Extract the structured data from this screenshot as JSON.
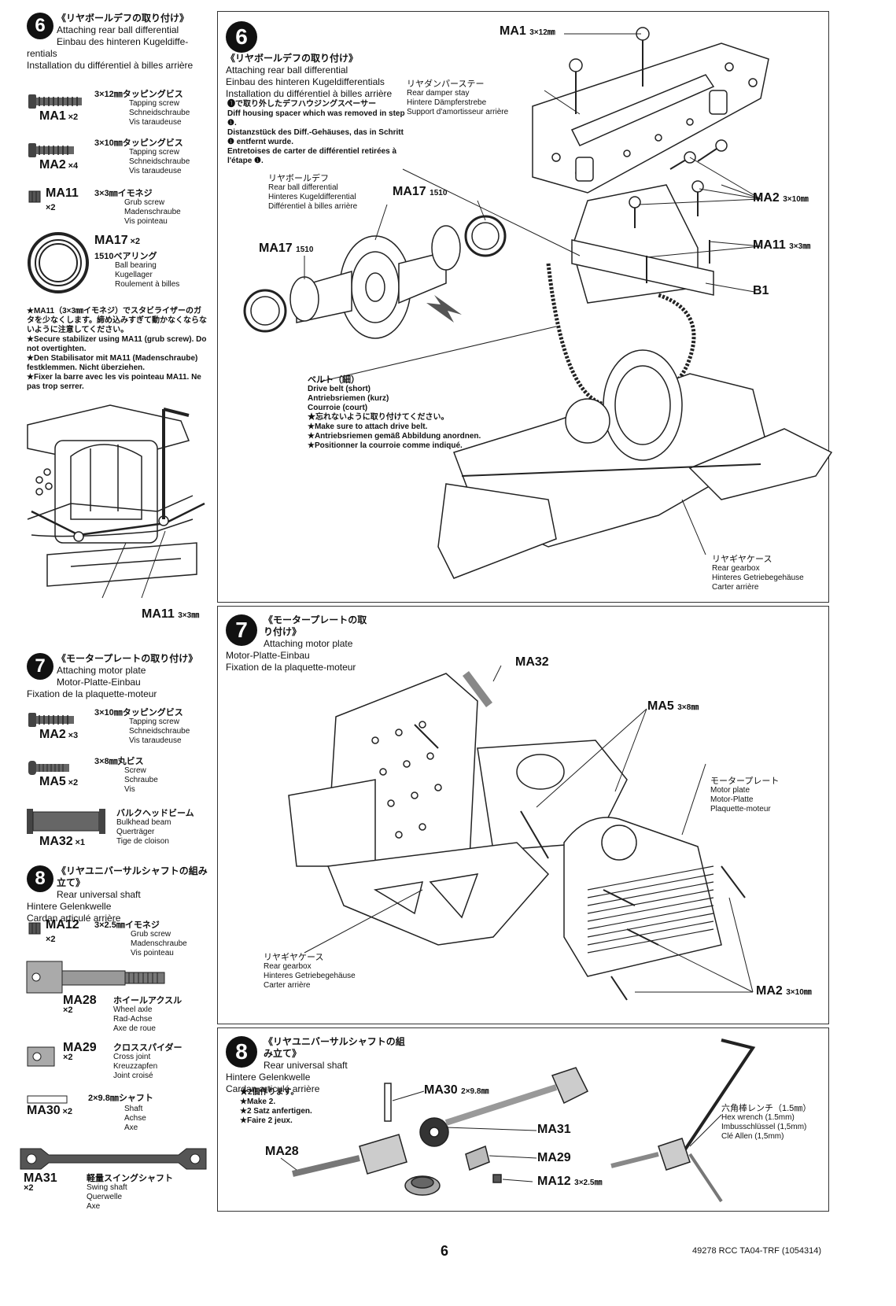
{
  "left": {
    "step6": {
      "num": "6",
      "jp": "《リヤボールデフの取り付け》",
      "en": "Attaching rear ball differential",
      "de": "Einbau des hinteren Kugeldiffe-rentials",
      "fr": "Installation du différentiel à billes arrière"
    },
    "parts6": [
      {
        "code": "MA1",
        "qty": "×2",
        "jp": "3×12㎜タッピングビス",
        "en": "Tapping screw",
        "de": "Schneidschraube",
        "fr": "Vis taraudeuse"
      },
      {
        "code": "MA2",
        "qty": "×4",
        "jp": "3×10㎜タッピングビス",
        "en": "Tapping screw",
        "de": "Schneidschraube",
        "fr": "Vis taraudeuse"
      },
      {
        "code": "MA11",
        "qty": "×2",
        "jp": "3×3㎜イモネジ",
        "en": "Grub screw",
        "de": "Madenschraube",
        "fr": "Vis pointeau"
      },
      {
        "code": "MA17",
        "qty": "×2",
        "jp": "1510ベアリング",
        "en": "Ball bearing",
        "de": "Kugellager",
        "fr": "Roulement à billes"
      }
    ],
    "note6_jp": "★MA11（3×3㎜イモネジ）でスタビライザーのガタを少なくします。締め込みすぎて動かなくならないように注意してください。",
    "note6_en": "★Secure stabilizer using MA11 (grub screw). Do not overtighten.",
    "note6_de": "★Den Stabilisator mit MA11 (Madenschraube) festklemmen. Nicht überziehen.",
    "note6_fr": "★Fixer la barre avec les vis pointeau MA11. Ne pas trop serrer.",
    "inset_label": "MA11",
    "inset_size": "3×3㎜",
    "step7": {
      "num": "7",
      "jp": "《モータープレートの取り付け》",
      "en": "Attaching motor plate",
      "de": "Motor-Platte-Einbau",
      "fr": "Fixation de la plaquette-moteur"
    },
    "parts7": [
      {
        "code": "MA2",
        "qty": "×3",
        "jp": "3×10㎜タッピングビス",
        "en": "Tapping screw",
        "de": "Schneidschraube",
        "fr": "Vis taraudeuse"
      },
      {
        "code": "MA5",
        "qty": "×2",
        "jp": "3×8㎜丸ビス",
        "en": "Screw",
        "de": "Schraube",
        "fr": "Vis"
      },
      {
        "code": "MA32",
        "qty": "×1",
        "jp": "バルクヘッドビーム",
        "en": "Bulkhead beam",
        "de": "Querträger",
        "fr": "Tige de cloison"
      }
    ],
    "step8": {
      "num": "8",
      "jp": "《リヤユニバーサルシャフトの組み立て》",
      "en": "Rear universal shaft",
      "de": "Hintere Gelenkwelle",
      "fr": "Cardan articulé arrière"
    },
    "parts8": [
      {
        "code": "MA12",
        "qty": "×2",
        "jp": "3×2.5㎜イモネジ",
        "en": "Grub screw",
        "de": "Madenschraube",
        "fr": "Vis pointeau"
      },
      {
        "code": "MA28",
        "qty": "×2",
        "jp": "ホイールアクスル",
        "en": "Wheel axle",
        "de": "Rad-Achse",
        "fr": "Axe de roue"
      },
      {
        "code": "MA29",
        "qty": "×2",
        "jp": "クロススパイダー",
        "en": "Cross joint",
        "de": "Kreuzzapfen",
        "fr": "Joint croisé"
      },
      {
        "code": "MA30",
        "qty": "×2",
        "jp": "2×9.8㎜シャフト",
        "en": "Shaft",
        "de": "Achse",
        "fr": "Axe"
      },
      {
        "code": "MA31",
        "qty": "×2",
        "jp": "軽量スイングシャフト",
        "en": "Swing shaft",
        "de": "Querwelle",
        "fr": "Axe"
      }
    ]
  },
  "main6": {
    "num": "6",
    "jp": "《リヤボールデフの取り付け》",
    "en": "Attaching rear ball differential",
    "de": "Einbau des hinteren Kugeldifferentials",
    "fr": "Installation du différentiel à billes arrière",
    "spacer_note": [
      "❶で取り外したデフハウジングスペーサー",
      "Diff housing spacer which was removed in step ❶.",
      "Distanzstück des Diff.-Gehäuses, das in Schritt ❶ entfernt wurde.",
      "Entretoises de carter de différentiel retirées à l'étape ❶."
    ],
    "diff_label": [
      "リヤボールデフ",
      "Rear ball differential",
      "Hinteres Kugeldifferential",
      "Différentiel à billes arrière"
    ],
    "damper_label": [
      "リヤダンパーステー",
      "Rear damper stay",
      "Hintere Dämpferstrebe",
      "Support d'amortisseur arrière"
    ],
    "belt_label": [
      "ベルト（細）",
      "Drive belt (short)",
      "Antriebsriemen (kurz)",
      "Courroie (court)",
      "★忘れないように取り付けてください。",
      "★Make sure to attach drive belt.",
      "★Antriebsriemen gemäß Abbildung anordnen.",
      "★Positionner la courroie comme indiqué."
    ],
    "gearbox_label": [
      "リヤギヤケース",
      "Rear gearbox",
      "Hinteres Getriebegehäuse",
      "Carter arrière"
    ],
    "callouts": {
      "ma1": "MA1",
      "ma1_size": "3×12㎜",
      "ma2": "MA2",
      "ma2_size": "3×10㎜",
      "ma11": "MA11",
      "ma11_size": "3×3㎜",
      "b1": "B1",
      "ma17a": "MA17",
      "ma17a_size": "1510",
      "ma17b": "MA17",
      "ma17b_size": "1510"
    }
  },
  "main7": {
    "num": "7",
    "jp": "《モータープレートの取り付け》",
    "en": "Attaching motor plate",
    "de": "Motor-Platte-Einbau",
    "fr": "Fixation de la plaquette-moteur",
    "motor_label": [
      "モータープレート",
      "Motor plate",
      "Motor-Platte",
      "Plaquette-moteur"
    ],
    "gearbox_label": [
      "リヤギヤケース",
      "Rear gearbox",
      "Hinteres Getriebegehäuse",
      "Carter arrière"
    ],
    "callouts": {
      "ma32": "MA32",
      "ma5": "MA5",
      "ma5_size": "3×8㎜",
      "ma2": "MA2",
      "ma2_size": "3×10㎜"
    }
  },
  "main8": {
    "num": "8",
    "jp": "《リヤユニバーサルシャフトの組み立て》",
    "en": "Rear universal shaft",
    "de": "Hintere Gelenkwelle",
    "fr": "Cardan articulé arrière",
    "make2": [
      "★2個作ります。",
      "★Make 2.",
      "★2 Satz anfertigen.",
      "★Faire 2 jeux."
    ],
    "wrench_label": [
      "六角棒レンチ（1.5㎜）",
      "Hex wrench (1.5mm)",
      "Imbusschlüssel (1,5mm)",
      "Clé Allen (1,5mm)"
    ],
    "callouts": {
      "ma30": "MA30",
      "ma30_size": "2×9.8㎜",
      "ma31": "MA31",
      "ma29": "MA29",
      "ma28": "MA28",
      "ma12": "MA12",
      "ma12_size": "3×2.5㎜"
    }
  },
  "footer": {
    "page": "6",
    "code": "49278 RCC TA04-TRF (1054314)"
  }
}
